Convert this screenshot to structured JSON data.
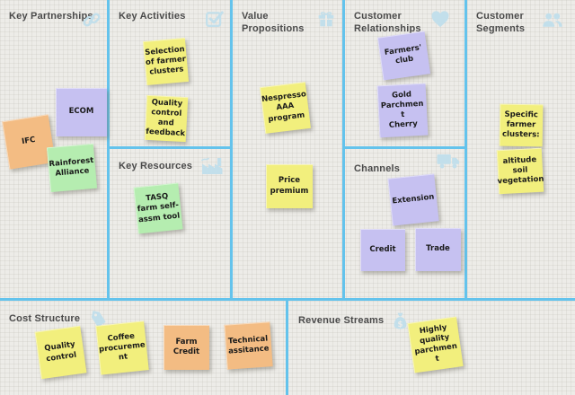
{
  "sections": {
    "key_partnerships": {
      "title": "Key Partnerships",
      "icon": "link-icon",
      "notes": [
        {
          "label": "ECOM",
          "color": "purple"
        },
        {
          "label": "IFC",
          "color": "orange"
        },
        {
          "label": "Rainforest\nAlliance",
          "color": "green"
        }
      ]
    },
    "key_activities": {
      "title": "Key Activities",
      "icon": "check-icon",
      "notes": [
        {
          "label": "Selection\nof farmer\nclusters",
          "color": "yellow"
        },
        {
          "label": "Quality\ncontrol\nand\nfeedback",
          "color": "yellow"
        }
      ]
    },
    "key_resources": {
      "title": "Key Resources",
      "icon": "factory-icon",
      "notes": [
        {
          "label": "TASQ\nfarm self-\nassm tool",
          "color": "green"
        }
      ]
    },
    "value_propositions": {
      "title": "Value\nPropositions",
      "icon": "gift-icon",
      "notes": [
        {
          "label": "Nespresso\nAAA\nprogram",
          "color": "yellow"
        },
        {
          "label": "Price\npremium",
          "color": "yellow"
        }
      ]
    },
    "customer_relationships": {
      "title": "Customer\nRelationships",
      "icon": "heart-icon",
      "notes": [
        {
          "label": "Farmers'\nclub",
          "color": "purple"
        },
        {
          "label": "Gold\nParchmen\nt\nCherry",
          "color": "purple"
        }
      ]
    },
    "channels": {
      "title": "Channels",
      "icon": "truck-icon",
      "notes": [
        {
          "label": "Extension",
          "color": "purple"
        },
        {
          "label": "Credit",
          "color": "purple"
        },
        {
          "label": "Trade",
          "color": "purple"
        }
      ]
    },
    "customer_segments": {
      "title": "Customer\nSegments",
      "icon": "users-icon",
      "notes": [
        {
          "label": "Specific\nfarmer\nclusters:",
          "color": "yellow"
        },
        {
          "label": "altitude\nsoil\nvegetation",
          "color": "yellow"
        }
      ]
    },
    "cost_structure": {
      "title": "Cost Structure",
      "icon": "tag-icon",
      "notes": [
        {
          "label": "Quality\ncontrol",
          "color": "yellow"
        },
        {
          "label": "Coffee\nprocureme\nnt",
          "color": "yellow"
        },
        {
          "label": "Farm\nCredit",
          "color": "orange"
        },
        {
          "label": "Technical\nassitance",
          "color": "orange"
        }
      ]
    },
    "revenue_streams": {
      "title": "Revenue Streams",
      "icon": "moneybag-icon",
      "notes": [
        {
          "label": "Highly\nquality\nparchmen\nt",
          "color": "yellow"
        }
      ]
    }
  },
  "colors": {
    "background": "#edece8",
    "divider": "#64c3ec",
    "title_text": "#4a4a4a",
    "icon": "#c2dfeb",
    "note_yellow": "#f2ef7d",
    "note_purple": "#c6c1f1",
    "note_orange": "#f3bc83",
    "note_green": "#b5edb0"
  }
}
